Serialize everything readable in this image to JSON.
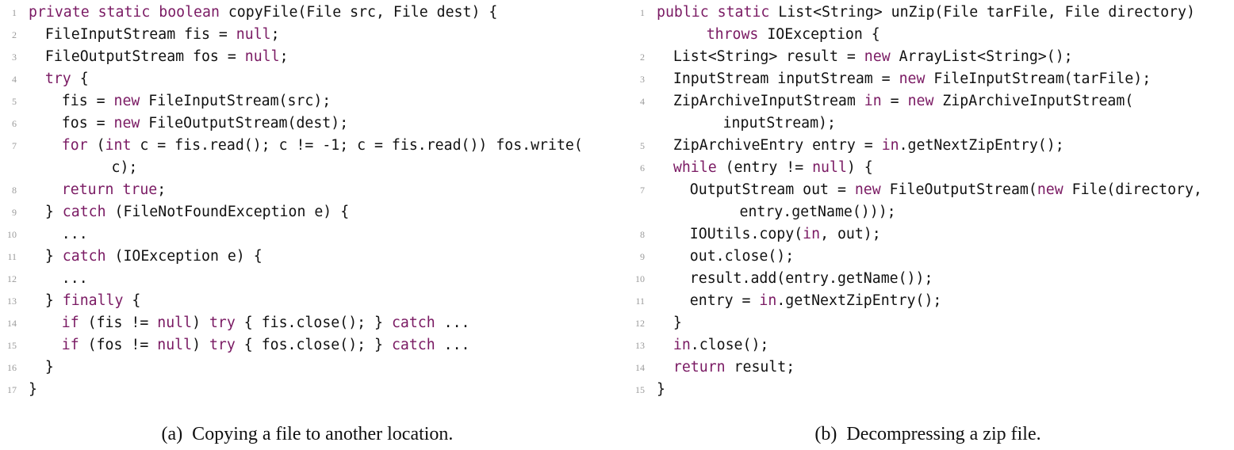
{
  "listing_a": {
    "caption": "(a)  Copying a file to another location.",
    "lines": [
      {
        "num": "1",
        "indent": 0,
        "tokens": [
          {
            "t": "private static boolean ",
            "k": true
          },
          {
            "t": "copyFile(File src, File dest) {"
          }
        ]
      },
      {
        "num": "2",
        "indent": 2,
        "tokens": [
          {
            "t": "FileInputStream fis = "
          },
          {
            "t": "null",
            "k": true
          },
          {
            "t": ";"
          }
        ]
      },
      {
        "num": "3",
        "indent": 2,
        "tokens": [
          {
            "t": "FileOutputStream fos = "
          },
          {
            "t": "null",
            "k": true
          },
          {
            "t": ";"
          }
        ]
      },
      {
        "num": "4",
        "indent": 2,
        "tokens": [
          {
            "t": "try",
            "k": true
          },
          {
            "t": " {"
          }
        ]
      },
      {
        "num": "5",
        "indent": 4,
        "tokens": [
          {
            "t": "fis = "
          },
          {
            "t": "new",
            "k": true
          },
          {
            "t": " FileInputStream(src);"
          }
        ]
      },
      {
        "num": "6",
        "indent": 4,
        "tokens": [
          {
            "t": "fos = "
          },
          {
            "t": "new",
            "k": true
          },
          {
            "t": " FileOutputStream(dest);"
          }
        ]
      },
      {
        "num": "7",
        "indent": 4,
        "tokens": [
          {
            "t": "for",
            "k": true
          },
          {
            "t": " ("
          },
          {
            "t": "int",
            "k": true
          },
          {
            "t": " c = fis.read(); c != -1; c = fis.read()) fos.write("
          }
        ]
      },
      {
        "num": "",
        "indent": 10,
        "tokens": [
          {
            "t": "c);"
          }
        ]
      },
      {
        "num": "8",
        "indent": 4,
        "tokens": [
          {
            "t": "return true",
            "k": true
          },
          {
            "t": ";"
          }
        ]
      },
      {
        "num": "9",
        "indent": 2,
        "tokens": [
          {
            "t": "} "
          },
          {
            "t": "catch",
            "k": true
          },
          {
            "t": " (FileNotFoundException e) {"
          }
        ]
      },
      {
        "num": "10",
        "indent": 4,
        "tokens": [
          {
            "t": "..."
          }
        ]
      },
      {
        "num": "11",
        "indent": 2,
        "tokens": [
          {
            "t": "} "
          },
          {
            "t": "catch",
            "k": true
          },
          {
            "t": " (IOException e) {"
          }
        ]
      },
      {
        "num": "12",
        "indent": 4,
        "tokens": [
          {
            "t": "..."
          }
        ]
      },
      {
        "num": "13",
        "indent": 2,
        "tokens": [
          {
            "t": "} "
          },
          {
            "t": "finally",
            "k": true
          },
          {
            "t": " {"
          }
        ]
      },
      {
        "num": "14",
        "indent": 4,
        "tokens": [
          {
            "t": "if",
            "k": true
          },
          {
            "t": " (fis != "
          },
          {
            "t": "null",
            "k": true
          },
          {
            "t": ") "
          },
          {
            "t": "try",
            "k": true
          },
          {
            "t": " { fis.close(); } "
          },
          {
            "t": "catch",
            "k": true
          },
          {
            "t": " ..."
          }
        ]
      },
      {
        "num": "15",
        "indent": 4,
        "tokens": [
          {
            "t": "if",
            "k": true
          },
          {
            "t": " (fos != "
          },
          {
            "t": "null",
            "k": true
          },
          {
            "t": ") "
          },
          {
            "t": "try",
            "k": true
          },
          {
            "t": " { fos.close(); } "
          },
          {
            "t": "catch",
            "k": true
          },
          {
            "t": " ..."
          }
        ]
      },
      {
        "num": "16",
        "indent": 2,
        "tokens": [
          {
            "t": "}"
          }
        ]
      },
      {
        "num": "17",
        "indent": 0,
        "tokens": [
          {
            "t": "}"
          }
        ]
      }
    ]
  },
  "listing_b": {
    "caption": "(b)  Decompressing a zip file.",
    "lines": [
      {
        "num": "1",
        "indent": 0,
        "tokens": [
          {
            "t": "public static ",
            "k": true
          },
          {
            "t": "List<String> unZip(File tarFile, File directory)"
          }
        ]
      },
      {
        "num": "",
        "indent": 6,
        "tokens": [
          {
            "t": "throws",
            "k": true
          },
          {
            "t": " IOException {"
          }
        ]
      },
      {
        "num": "2",
        "indent": 2,
        "tokens": [
          {
            "t": "List<String> result = "
          },
          {
            "t": "new",
            "k": true
          },
          {
            "t": " ArrayList<String>();"
          }
        ]
      },
      {
        "num": "3",
        "indent": 2,
        "tokens": [
          {
            "t": "InputStream inputStream = "
          },
          {
            "t": "new",
            "k": true
          },
          {
            "t": " FileInputStream(tarFile);"
          }
        ]
      },
      {
        "num": "4",
        "indent": 2,
        "tokens": [
          {
            "t": "ZipArchiveInputStream "
          },
          {
            "t": "in",
            "k": true
          },
          {
            "t": " = "
          },
          {
            "t": "new",
            "k": true
          },
          {
            "t": " ZipArchiveInputStream("
          }
        ]
      },
      {
        "num": "",
        "indent": 8,
        "tokens": [
          {
            "t": "inputStream);"
          }
        ]
      },
      {
        "num": "5",
        "indent": 2,
        "tokens": [
          {
            "t": "ZipArchiveEntry entry = "
          },
          {
            "t": "in",
            "k": true
          },
          {
            "t": ".getNextZipEntry();"
          }
        ]
      },
      {
        "num": "6",
        "indent": 2,
        "tokens": [
          {
            "t": "while",
            "k": true
          },
          {
            "t": " (entry != "
          },
          {
            "t": "null",
            "k": true
          },
          {
            "t": ") {"
          }
        ]
      },
      {
        "num": "7",
        "indent": 4,
        "tokens": [
          {
            "t": "OutputStream out = "
          },
          {
            "t": "new",
            "k": true
          },
          {
            "t": " FileOutputStream("
          },
          {
            "t": "new",
            "k": true
          },
          {
            "t": " File(directory,"
          }
        ]
      },
      {
        "num": "",
        "indent": 10,
        "tokens": [
          {
            "t": "entry.getName()));"
          }
        ]
      },
      {
        "num": "8",
        "indent": 4,
        "tokens": [
          {
            "t": "IOUtils.copy("
          },
          {
            "t": "in",
            "k": true
          },
          {
            "t": ", out);"
          }
        ]
      },
      {
        "num": "9",
        "indent": 4,
        "tokens": [
          {
            "t": "out.close();"
          }
        ]
      },
      {
        "num": "10",
        "indent": 4,
        "tokens": [
          {
            "t": "result.add(entry.getName());"
          }
        ]
      },
      {
        "num": "11",
        "indent": 4,
        "tokens": [
          {
            "t": "entry = "
          },
          {
            "t": "in",
            "k": true
          },
          {
            "t": ".getNextZipEntry();"
          }
        ]
      },
      {
        "num": "12",
        "indent": 2,
        "tokens": [
          {
            "t": "}"
          }
        ]
      },
      {
        "num": "13",
        "indent": 2,
        "tokens": [
          {
            "t": "in",
            "k": true
          },
          {
            "t": ".close();"
          }
        ]
      },
      {
        "num": "14",
        "indent": 2,
        "tokens": [
          {
            "t": "return",
            "k": true
          },
          {
            "t": " result;"
          }
        ]
      },
      {
        "num": "15",
        "indent": 0,
        "tokens": [
          {
            "t": "}"
          }
        ]
      }
    ]
  },
  "colors": {
    "keyword": "#7a1a63",
    "text": "#111111",
    "line_number": "#9b9b9b"
  }
}
